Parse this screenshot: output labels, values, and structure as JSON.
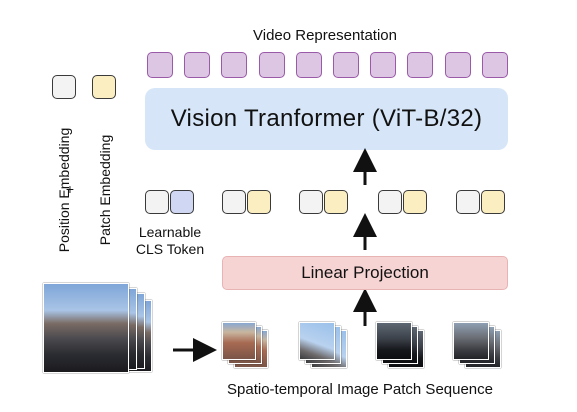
{
  "labels": {
    "video_representation": "Video Representation",
    "vit": "Vision Tranformer (ViT-B/32)",
    "linear_projection": "Linear Projection",
    "learnable_cls": [
      "Learnable",
      "CLS Token"
    ],
    "patch_sequence": "Spatio-temporal Image Patch Sequence",
    "legend_position": "Position Embedding",
    "legend_plus": "+",
    "legend_patch": "Patch Embedding"
  },
  "colors": {
    "output_token": "#dcc6e4",
    "position_embedding": "#f3f3f3",
    "patch_embedding": "#fbeec0",
    "cls_embedding": "#cfd7f3",
    "vit_box": "#d6e6f8",
    "linear_box": "#f7d4d4"
  }
}
